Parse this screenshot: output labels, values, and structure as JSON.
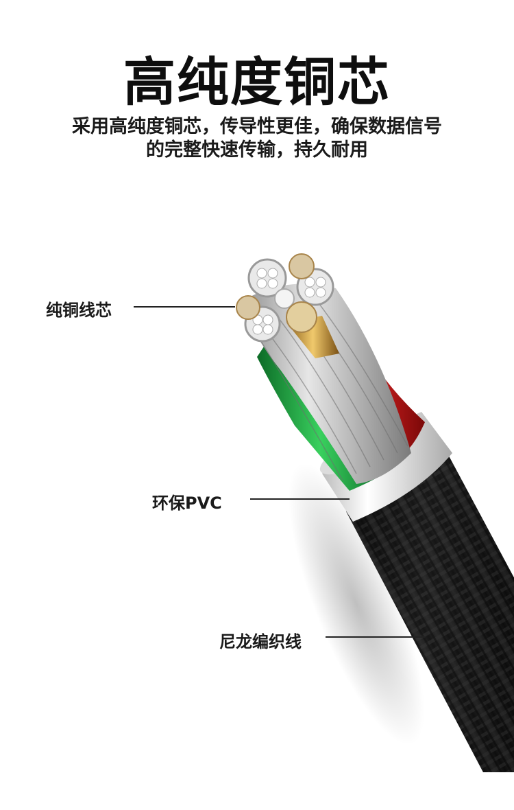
{
  "heading": "高纯度铜芯",
  "description": {
    "line1": "采用高纯度铜芯，传导性更佳，确保数据信号",
    "line2": "的完整快速传输，持久耐用"
  },
  "callouts": {
    "copper_core": "纯铜线芯",
    "pvc": "环保PVC",
    "nylon": "尼龙编织线"
  },
  "colors": {
    "braid": "#1c1c1c",
    "pvc_ring": "#f2f2f2",
    "red_wire": "#d81e1e",
    "green_wire": "#23b04a",
    "copper": "#d4a64a",
    "aluminum_shield": "#c9c9c9"
  }
}
